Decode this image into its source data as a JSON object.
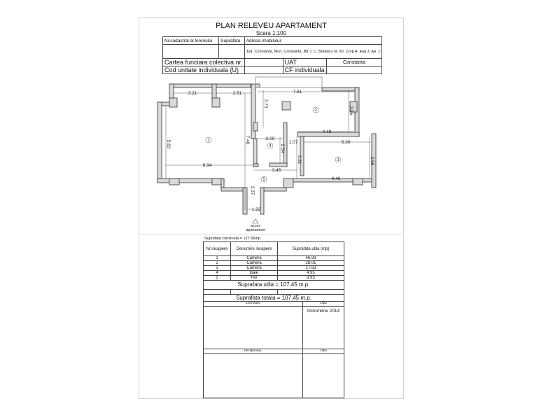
{
  "title": "PLAN RELEVEU APARTAMENT",
  "scale": "Scara 1:100",
  "header": {
    "nr_cadastral": "Nr.cadastral al terenului",
    "suprafata": "Suprafata",
    "adresa_label": "Adresa imobilului:",
    "adresa": "Jud. Constanta, Mun. Constanta, Bd. I. C. Bratianu nr. 50, Corp A, Etaj 3, Ap. 1",
    "cartea": "Cartea funciara colectiva nr.",
    "uat_label": "UAT",
    "uat": "Constanta",
    "cod": "Cod unitate individuala (U)",
    "cf": "CF individuala"
  },
  "plan": {
    "dims": {
      "d321": "3.21",
      "d251": "2.51",
      "d761": "7.61",
      "d373": "3.73",
      "d355": "3.55",
      "d448": "4.48",
      "d583": "5.83",
      "d746": "7.46",
      "d200": "2.00",
      "d254": "2.54",
      "d107": "1.07",
      "d530": "5.30",
      "d331": "3.31",
      "d356": "3.56",
      "d694": "6.94",
      "d345": "3.45",
      "d446": "4.46",
      "d337": "3.37",
      "d122": "1.22"
    },
    "rooms": [
      "1",
      "2",
      "3",
      "4",
      "5"
    ],
    "access": [
      "acces",
      "apartament"
    ]
  },
  "suprafata_construita": "Suprafata construita = 127.56mp",
  "table": {
    "headers": [
      "Nr.incapere",
      "Denumire incapere",
      "Suprafata utila (mp)"
    ],
    "rows": [
      [
        "1",
        "Camera",
        "46.93"
      ],
      [
        "2",
        "Camera",
        "28.01"
      ],
      [
        "3",
        "Camera",
        "17.63"
      ],
      [
        "4",
        "Baie",
        "4.95"
      ],
      [
        "5",
        "Hol",
        "9.93"
      ]
    ],
    "utila": "Suprafata utila = 107.45 m.p.",
    "totala": "Suprafata totala = 107.45 m.p.",
    "executant": "Executant,",
    "data": "Data",
    "data_value": "Octombrie 2014",
    "receptionat": "Receptionat,",
    "data2": "Data"
  }
}
